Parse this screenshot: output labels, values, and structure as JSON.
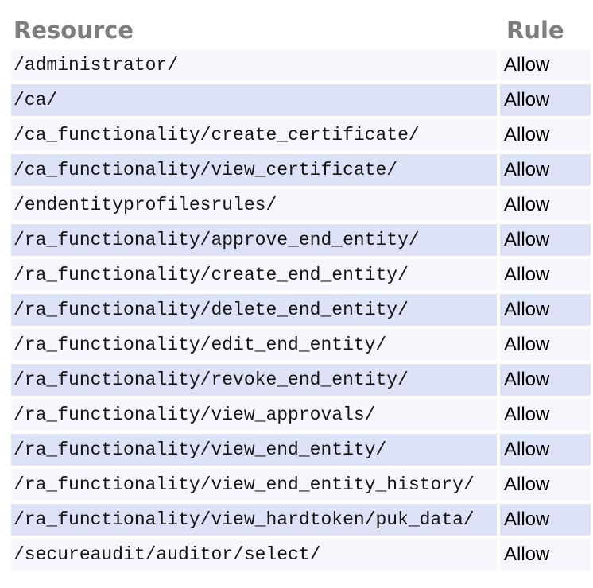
{
  "colors": {
    "row_odd": "#f6f7fc",
    "row_even": "#dee2f6",
    "header_text": "#7d7d7d",
    "resource_text": "#151515",
    "rule_text": "#000000",
    "page_bg": "#ffffff"
  },
  "table": {
    "columns": [
      {
        "label": "Resource"
      },
      {
        "label": "Rule"
      }
    ],
    "rows": [
      {
        "resource": "/administrator/",
        "rule": "Allow"
      },
      {
        "resource": "/ca/",
        "rule": "Allow"
      },
      {
        "resource": "/ca_functionality/create_certificate/",
        "rule": "Allow"
      },
      {
        "resource": "/ca_functionality/view_certificate/",
        "rule": "Allow"
      },
      {
        "resource": "/endentityprofilesrules/",
        "rule": "Allow"
      },
      {
        "resource": "/ra_functionality/approve_end_entity/",
        "rule": "Allow"
      },
      {
        "resource": "/ra_functionality/create_end_entity/",
        "rule": "Allow"
      },
      {
        "resource": "/ra_functionality/delete_end_entity/",
        "rule": "Allow"
      },
      {
        "resource": "/ra_functionality/edit_end_entity/",
        "rule": "Allow"
      },
      {
        "resource": "/ra_functionality/revoke_end_entity/",
        "rule": "Allow"
      },
      {
        "resource": "/ra_functionality/view_approvals/",
        "rule": "Allow"
      },
      {
        "resource": "/ra_functionality/view_end_entity/",
        "rule": "Allow"
      },
      {
        "resource": "/ra_functionality/view_end_entity_history/",
        "rule": "Allow"
      },
      {
        "resource": "/ra_functionality/view_hardtoken/puk_data/",
        "rule": "Allow"
      },
      {
        "resource": "/secureaudit/auditor/select/",
        "rule": "Allow"
      }
    ]
  }
}
